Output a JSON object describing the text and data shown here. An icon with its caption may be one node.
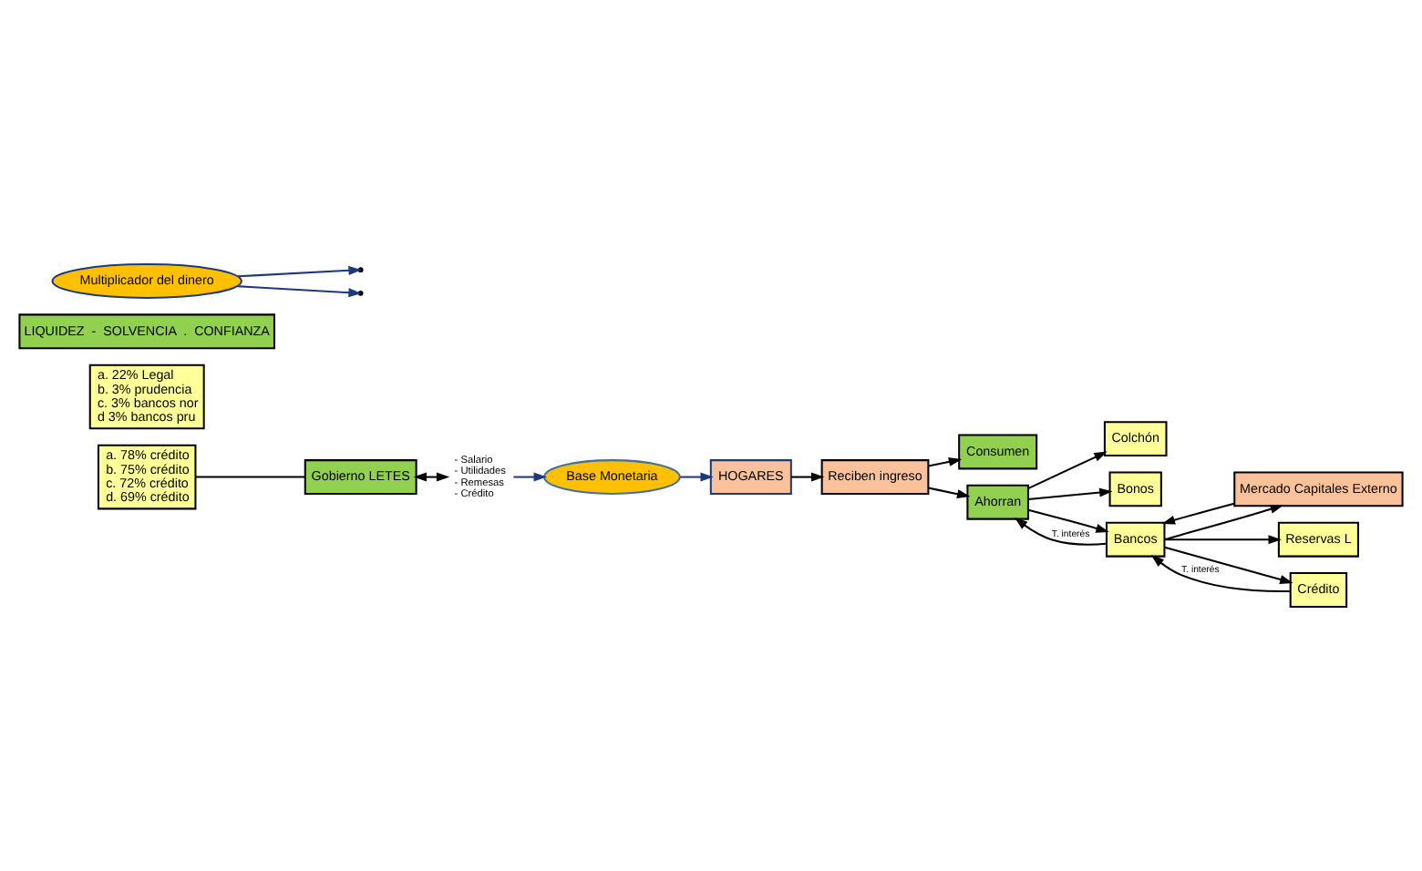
{
  "diagram": {
    "nodes": [
      {
        "text": [
          "HOGARES"
        ]
      },
      {
        "text": [
          "Reciben ingreso"
        ]
      },
      {
        "text": [
          "Base Monetaria"
        ]
      },
      {
        "text": [
          "- Salario",
          "- Utilidades",
          "- Remesas",
          "- Crédito"
        ]
      },
      {
        "text": [
          "Consumen"
        ]
      },
      {
        "text": [
          "Ahorran"
        ]
      },
      {
        "text": [
          "Colchón"
        ]
      },
      {
        "text": [
          "Bonos"
        ]
      },
      {
        "text": [
          "Bancos"
        ]
      },
      {
        "text": [
          "Mercado Capitales Externo"
        ]
      },
      {
        "text": [
          "Reservas L"
        ]
      },
      {
        "text": [
          "a. 22% Legal",
          "b. 3% prudencia",
          "c. 3% bancos nor",
          "d 3% bancos pru"
        ]
      },
      {
        "text": [
          "Crédito"
        ]
      },
      {
        "text": [
          "a. 78% crédito",
          "b. 75% crédito",
          "c. 72% crédito",
          "d. 69% crédito"
        ]
      },
      {
        "text": [
          "LIQUIDEZ  -  SOLVENCIA  .  CONFIANZA"
        ]
      },
      {
        "text": [
          "Multiplicador del dinero"
        ]
      },
      {
        "text": [
          "Gobierno LETES"
        ]
      }
    ],
    "edges": [
      {
        "from": 0,
        "to": 1,
        "arrow": "to"
      },
      {
        "from": 2,
        "to": 0,
        "arrow": "to",
        "color": "#1f3a7a"
      },
      {
        "from": 3,
        "to": 2,
        "arrow": "to",
        "color": "#1f3a7a"
      },
      {
        "from": 1,
        "to": 4,
        "arrow": "to"
      },
      {
        "from": 1,
        "to": 5,
        "arrow": "to"
      },
      {
        "from": 5,
        "to": 6,
        "arrow": "to"
      },
      {
        "from": 5,
        "to": 7,
        "arrow": "to"
      },
      {
        "from": 5,
        "to": 8,
        "arrow": "to"
      },
      {
        "from": 9,
        "to": 8,
        "arrow": "to"
      },
      {
        "from": 8,
        "to": 9,
        "arrow": "to"
      },
      {
        "from": 8,
        "to": 10,
        "arrow": "to"
      },
      {
        "from": 8,
        "to": 12,
        "arrow": "to"
      },
      {
        "from": 8,
        "to": 5,
        "arrow": "to",
        "label": "T. interés"
      },
      {
        "from": 12,
        "to": 8,
        "arrow": "to",
        "label": "T. interés"
      },
      {
        "from": 16,
        "to": 3,
        "arrow": "both"
      },
      {
        "from": 13,
        "to": 16,
        "arrow": "none"
      },
      {
        "from": 15,
        "to": null,
        "arrow": "to",
        "color": "#1f3a7a"
      },
      {
        "from": 15,
        "to": null,
        "arrow": "to",
        "color": "#1f3a7a"
      }
    ]
  }
}
